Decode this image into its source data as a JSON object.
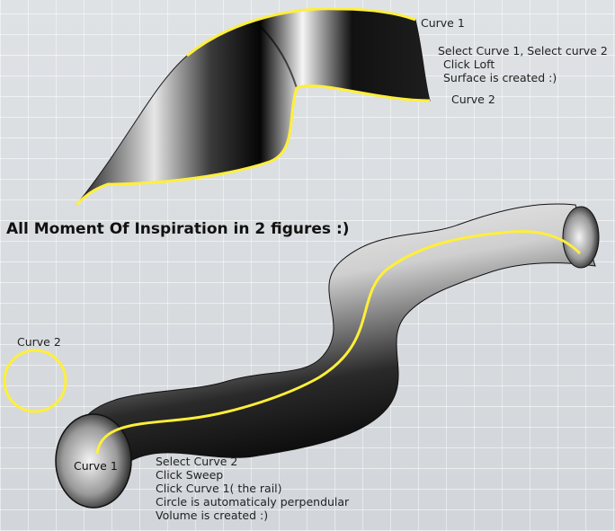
{
  "headline": "All Moment Of Inspiration  in 2 figures :)",
  "loft": {
    "curve1_label": "Curve 1",
    "curve2_label": "Curve 2",
    "steps": [
      "Select Curve 1, Select curve 2",
      "Click Loft",
      "Surface is created :)"
    ]
  },
  "sweep": {
    "curve2_label": "Curve 2",
    "curve1_label": "Curve 1",
    "steps": [
      "Select Curve 2",
      "Click Sweep",
      "Click Curve 1( the rail)",
      "Circle is automaticaly perpendular",
      "Volume is created :)"
    ]
  },
  "colors": {
    "curve": "#ffef3a",
    "surface_dark": "#0b0b0b",
    "surface_light": "#f2f2f2"
  }
}
